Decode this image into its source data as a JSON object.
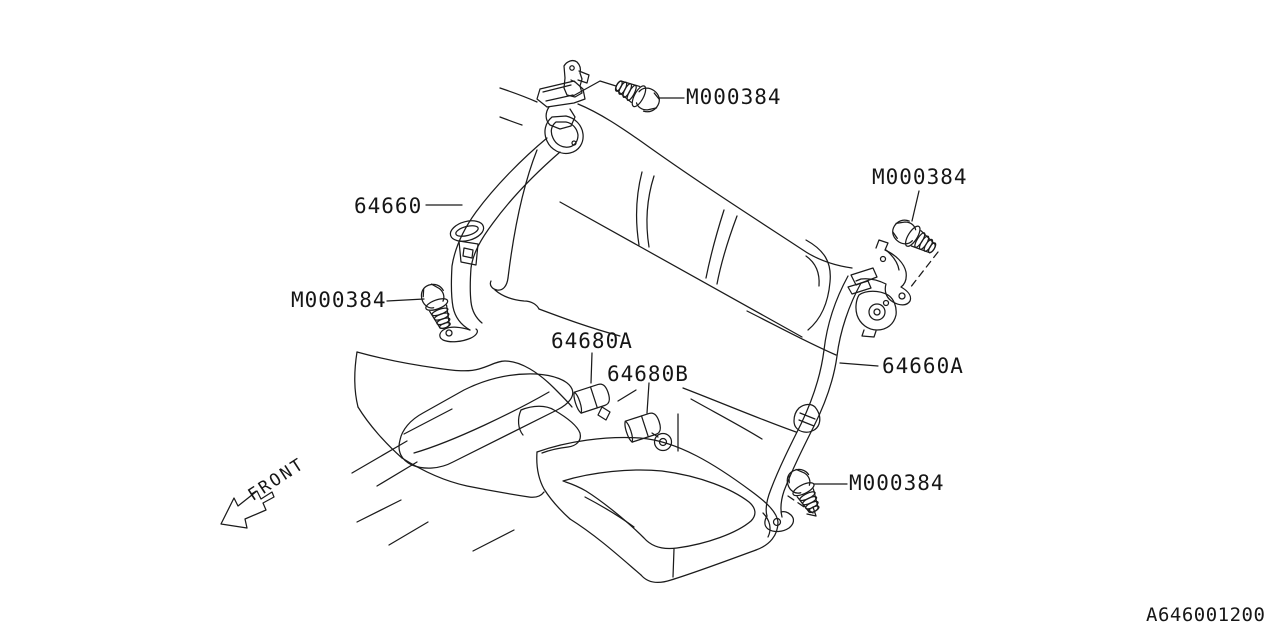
{
  "diagram": {
    "code": "A646001200",
    "direction_label": "FRONT",
    "callouts": [
      {
        "id": "bolt-top-center",
        "part_no": "M000384"
      },
      {
        "id": "bolt-top-right",
        "part_no": "M000384"
      },
      {
        "id": "bolt-left",
        "part_no": "M000384"
      },
      {
        "id": "bolt-bottom-right",
        "part_no": "M000384"
      },
      {
        "id": "belt-left",
        "part_no": "64660"
      },
      {
        "id": "belt-right",
        "part_no": "64660A"
      },
      {
        "id": "buckle-center",
        "part_no": "64680A"
      },
      {
        "id": "buckle-outer",
        "part_no": "64680B"
      }
    ]
  }
}
